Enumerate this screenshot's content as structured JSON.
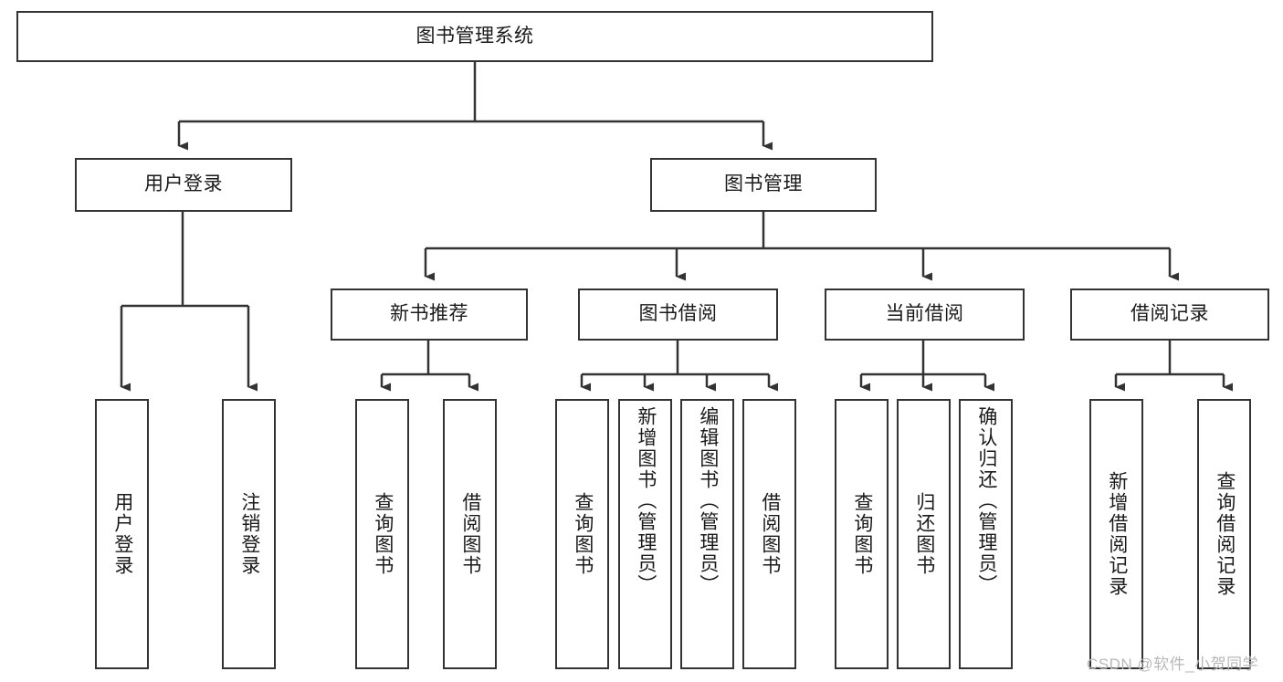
{
  "diagram": {
    "title": "图书管理系统",
    "type": "tree",
    "watermark": "CSDN @软件_小贺同学",
    "colors": {
      "box_border": "#333333",
      "box_fill": "#ffffff",
      "text": "#1a1a1a",
      "connector": "#333333",
      "watermark": "#b8b8b8"
    },
    "root": {
      "label": "图书管理系统"
    },
    "level1": [
      {
        "label": "用户登录"
      },
      {
        "label": "图书管理"
      }
    ],
    "level2": [
      {
        "label": "新书推荐"
      },
      {
        "label": "图书借阅"
      },
      {
        "label": "当前借阅"
      },
      {
        "label": "借阅记录"
      }
    ],
    "leaves": {
      "user_login": [
        {
          "label": "用户登录"
        },
        {
          "label": "注销登录"
        }
      ],
      "new_book_recommendation": [
        {
          "label": "查询图书"
        },
        {
          "label": "借阅图书"
        }
      ],
      "book_borrow": [
        {
          "label": "查询图书"
        },
        {
          "label": "新增图书（管理员）"
        },
        {
          "label": "编辑图书（管理员）"
        },
        {
          "label": "借阅图书"
        }
      ],
      "current_borrow": [
        {
          "label": "查询图书"
        },
        {
          "label": "归还图书"
        },
        {
          "label": "确认归还（管理员）"
        }
      ],
      "borrow_record": [
        {
          "label": "新增借阅记录"
        },
        {
          "label": "查询借阅记录"
        }
      ]
    }
  }
}
